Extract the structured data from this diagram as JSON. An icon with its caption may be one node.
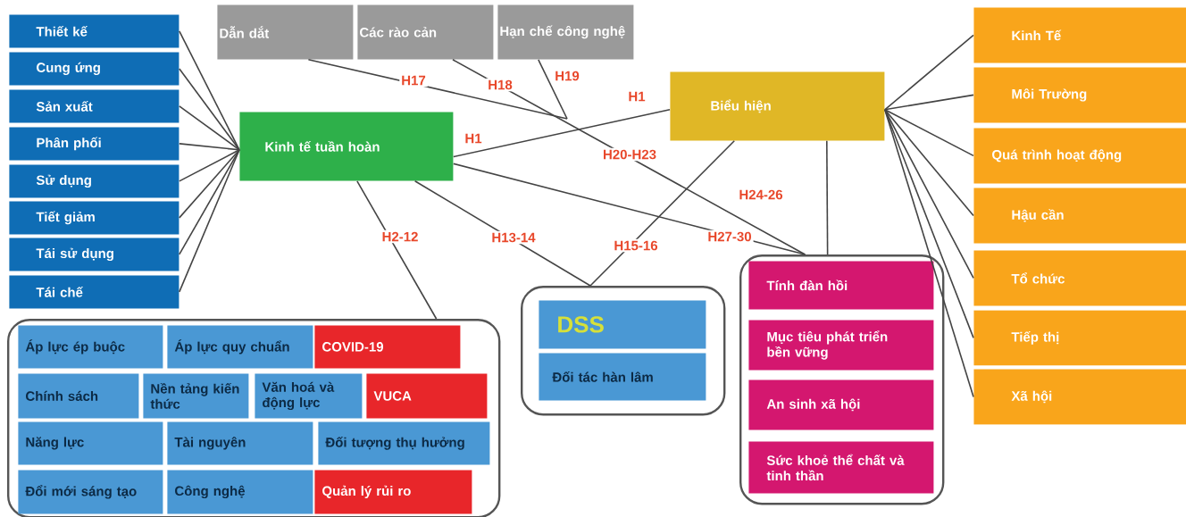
{
  "diagram": {
    "nodes": [
      {
        "text": [
          "Thiết kế"
        ]
      },
      {
        "text": [
          "Cung ứng"
        ]
      },
      {
        "text": [
          "Sản xuất"
        ]
      },
      {
        "text": [
          "Phân phối"
        ]
      },
      {
        "text": [
          "Sử dụng"
        ]
      },
      {
        "text": [
          "Tiết giảm"
        ]
      },
      {
        "text": [
          "Tái sử dụng"
        ]
      },
      {
        "text": [
          "Tái chế"
        ]
      },
      {
        "text": [
          "Dẫn dắt"
        ]
      },
      {
        "text": [
          "Các rào cản"
        ]
      },
      {
        "text": [
          "Hạn chế công nghệ"
        ]
      },
      {
        "text": [
          "Kinh tế tuần hoàn"
        ]
      },
      {
        "text": [
          "Biểu hiện"
        ]
      },
      {
        "text": [
          "Kinh Tế"
        ]
      },
      {
        "text": [
          "Môi Trường"
        ]
      },
      {
        "text": [
          "Quá trình hoạt động"
        ]
      },
      {
        "text": [
          "Hậu cần"
        ]
      },
      {
        "text": [
          "Tổ chức"
        ]
      },
      {
        "text": [
          "Tiếp thị"
        ]
      },
      {
        "text": [
          "Xã hội"
        ]
      },
      {
        "text": [],
        "shape": "box"
      },
      {
        "text": [
          "Áp lực ép buộc"
        ],
        "in": 20
      },
      {
        "text": [
          "Áp lực quy chuẩn"
        ],
        "in": 20
      },
      {
        "text": [
          "COVID-19"
        ],
        "in": 20
      },
      {
        "text": [
          "Chính sách"
        ],
        "in": 20
      },
      {
        "text": [
          "Nền tảng kiến thức"
        ],
        "in": 20
      },
      {
        "text": [
          "Văn hoá và động lực"
        ],
        "in": 20
      },
      {
        "text": [
          "VUCA"
        ],
        "in": 20
      },
      {
        "text": [
          "Năng lực"
        ],
        "in": 20
      },
      {
        "text": [
          "Tài nguyên"
        ],
        "in": 20
      },
      {
        "text": [
          "Đối tượng thụ hưởng"
        ],
        "in": 20
      },
      {
        "text": [
          "Đổi mới sáng tạo"
        ],
        "in": 20
      },
      {
        "text": [
          "Công nghệ"
        ],
        "in": 20
      },
      {
        "text": [
          "Quản lý rủi ro"
        ],
        "in": 20
      },
      {
        "text": [],
        "shape": "box"
      },
      {
        "text": [
          "DSS"
        ],
        "in": 34
      },
      {
        "text": [
          "Đối tác hàn lâm"
        ],
        "in": 34
      },
      {
        "text": [],
        "shape": "box"
      },
      {
        "text": [
          "Tính đàn hồi"
        ],
        "in": 37
      },
      {
        "text": [
          "Mục tiêu phát triển bền vững"
        ],
        "in": 37
      },
      {
        "text": [
          "An sinh xã hội"
        ],
        "in": 37
      },
      {
        "text": [
          "Sức khoẻ thể chất và tinh thần"
        ],
        "in": 37
      }
    ],
    "edges": [
      {
        "from": 0,
        "to": 11,
        "arrow": "none"
      },
      {
        "from": 1,
        "to": 11,
        "arrow": "none"
      },
      {
        "from": 2,
        "to": 11,
        "arrow": "none"
      },
      {
        "from": 3,
        "to": 11,
        "arrow": "none"
      },
      {
        "from": 4,
        "to": 11,
        "arrow": "none"
      },
      {
        "from": 5,
        "to": 11,
        "arrow": "none"
      },
      {
        "from": 6,
        "to": 11,
        "arrow": "none"
      },
      {
        "from": 7,
        "to": 11,
        "arrow": "none"
      },
      {
        "from": 8,
        "to": null,
        "arrow": "none",
        "label": "H17"
      },
      {
        "from": 9,
        "to": 37,
        "arrow": "none",
        "label": "H18"
      },
      {
        "from": 10,
        "to": null,
        "arrow": "none",
        "label": "H19"
      },
      {
        "from": 11,
        "to": 12,
        "arrow": "none",
        "label": "H1"
      },
      {
        "from": 11,
        "to": 20,
        "arrow": "none",
        "label": "H2-12"
      },
      {
        "from": 11,
        "to": 34,
        "arrow": "none",
        "label": "H13-14"
      },
      {
        "from": 12,
        "to": 34,
        "arrow": "none",
        "label": "H15-16"
      },
      {
        "from": 12,
        "to": 37,
        "arrow": "none",
        "label": "H24-26"
      },
      {
        "from": 11,
        "to": 37,
        "arrow": "none",
        "label": "H27-30"
      },
      {
        "from": 12,
        "to": 13,
        "arrow": "none"
      },
      {
        "from": 12,
        "to": 14,
        "arrow": "none"
      },
      {
        "from": 12,
        "to": 15,
        "arrow": "none"
      },
      {
        "from": 12,
        "to": 16,
        "arrow": "none"
      },
      {
        "from": 12,
        "to": 17,
        "arrow": "none"
      },
      {
        "from": 12,
        "to": 18,
        "arrow": "none"
      },
      {
        "from": 12,
        "to": 19,
        "arrow": "none"
      }
    ],
    "labels": [
      "H1",
      "H20-H23"
    ]
  }
}
